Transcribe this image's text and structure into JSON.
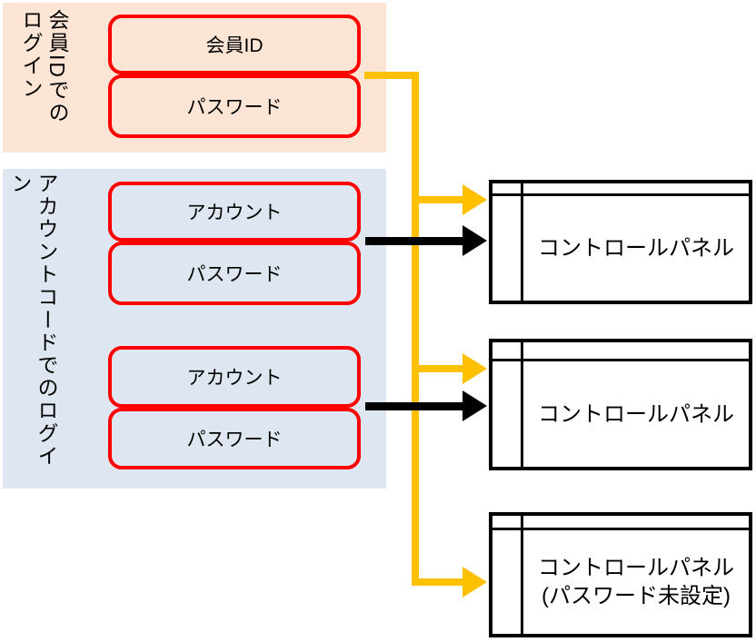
{
  "colors": {
    "peach_bg": "#FCE5D5",
    "blue_bg": "#DEE7F1",
    "red_border": "#FF0000",
    "arrow_orange": "#FFC000",
    "arrow_black": "#000000",
    "panel_border": "#000000",
    "text": "#000000"
  },
  "diagram": {
    "groups": [
      {
        "id": "member-id-login",
        "label": "会員IDでのログイン",
        "fields": [
          "会員ID",
          "パスワード"
        ]
      },
      {
        "id": "account-code-login",
        "label": "アカウントコードでのログイン",
        "fields": [
          "アカウント",
          "パスワード",
          "アカウント",
          "パスワード"
        ]
      }
    ],
    "panels": [
      {
        "title": "コントロールパネル"
      },
      {
        "title": "コントロールパネル"
      },
      {
        "title": "コントロールパネル",
        "subtitle": "(パスワード未設定)"
      }
    ],
    "connections": [
      {
        "from": "member-id-login",
        "to": "control-panel-1",
        "style": "orange-arrow"
      },
      {
        "from": "member-id-login",
        "to": "control-panel-2",
        "style": "orange-arrow"
      },
      {
        "from": "member-id-login",
        "to": "control-panel-3",
        "style": "orange-arrow"
      },
      {
        "from": "account-code-pair-1",
        "to": "control-panel-1",
        "style": "black-arrow"
      },
      {
        "from": "account-code-pair-2",
        "to": "control-panel-2",
        "style": "black-arrow"
      }
    ]
  }
}
